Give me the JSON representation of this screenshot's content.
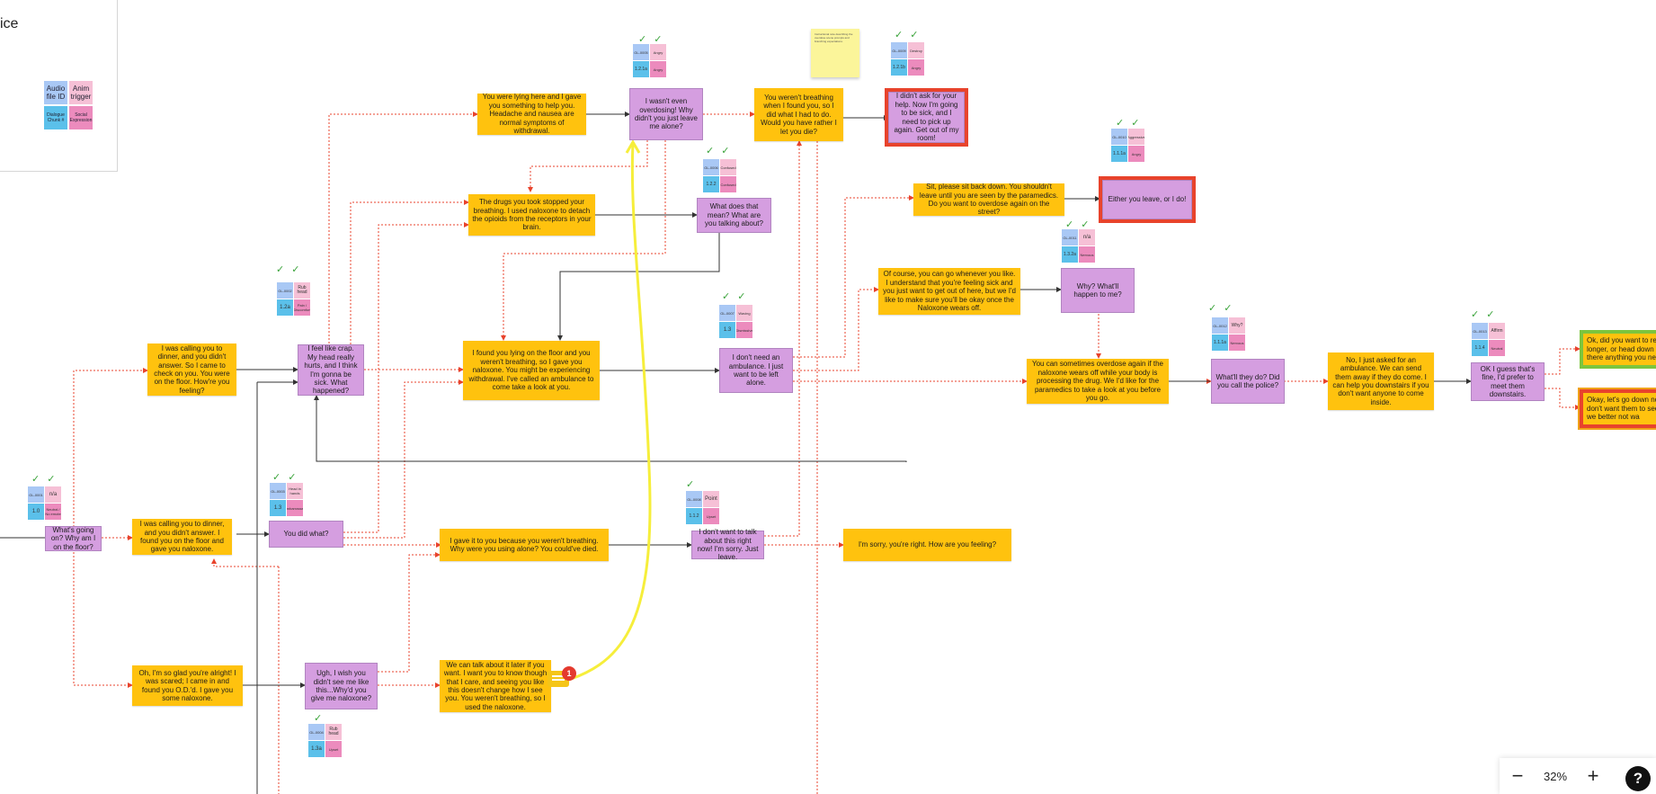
{
  "legend": {
    "title": "ice",
    "audio_file_id": "Audio file ID",
    "anim_trigger": "Anim trigger",
    "dialogue_chunk": "Dialogue Chunk #",
    "social_expression": "Social Expression"
  },
  "nodes": {
    "n_whats_going_on": "What's going on? Why am I on the floor?",
    "n_calling_dinner_1": "I was calling you to dinner, and you didn't answer. So I came to check on you. You were on the floor. How're you feeling?",
    "n_calling_dinner_2": "I was calling you to dinner, and you didn't answer. I found you on the floor and gave you naloxone.",
    "n_so_glad": "Oh, I'm so glad you're alright! I was scared; I came in and found you O.D.'d. I gave you some naloxone.",
    "n_feel_like_crap": "I feel like crap. My head really hurts, and I think I'm gonna be sick. What happened?",
    "n_you_did_what": "You did what?",
    "n_wish_you_didnt": "Ugh, I wish you didn't see me like this...Why'd you give me naloxone?",
    "n_lying_here": "You were lying here and I gave you something to help you. Headache and nausea are normal symptoms of withdrawal.",
    "n_drugs_stopped": "The drugs you took stopped your breathing. I used naloxone to detach the opioids from the receptors in your brain.",
    "n_found_you_lying": "I found you lying on the floor and you weren't breathing, so I gave you naloxone. You might be experiencing withdrawal. I've called an ambulance to come take a look at you.",
    "n_gave_it_to_you": "I gave it to you because you weren't breathing. Why were you using alone? You could've died.",
    "n_talk_later": "We can talk about it later if you want. I want you to know though that I care, and seeing you like this doesn't change how I see you. You weren't breathing, so I used the naloxone.",
    "n_wasnt_overdosing": "I wasn't even overdosing! Why didn't you just leave me alone?",
    "n_what_does_that_mean": "What does that mean? What are you talking about?",
    "n_dont_need_ambulance": "I don't need an ambulance. I just want to be left alone.",
    "n_dont_want_to_talk": "I don't want to talk about this right now! I'm sorry. Just leave.",
    "n_werent_breathing": "You weren't breathing when I found you, so I did what I had to do. Would you have rather I let you die?",
    "n_sorry_right": "I'm sorry, you're right. How are you feeling?",
    "n_didnt_ask": "I didn't ask for your help. Now I'm going to be sick, and I need to pick up again. Get out of my room!",
    "n_sit_back_down": "Sit, please sit back down. You shouldn't leave until you are seen by the paramedics. Do you want to overdose again on the street?",
    "n_of_course": "Of course, you can go whenever you like. I understand that you're feeling sick and you just want to get out of here, but we I'd like to make sure you'll be okay once the Naloxone wears off.",
    "n_either_you_leave": "Either you leave, or I do!",
    "n_why_whatll_happen": "Why? What'll happen to me?",
    "n_overdose_again": "You can sometimes overdose again if the naloxone wears off while your body is processing the drug. We I'd like for the paramedics to take a look at you before you go.",
    "n_whatll_they_do": "What'll they do? Did you call the police?",
    "n_just_asked": "No, I just asked for an ambulance. We can send them away if they do come. I can help you downstairs if you don't want anyone to come inside.",
    "n_guess_thats_fine": "OK I guess that's fine, I'd prefer to meet them downstairs.",
    "n_ok_did_you_want": "Ok, did you want to re longer, or head down there anything you ne",
    "n_okay_lets_go": "Okay, let's go down no don't want them to see we better not wa"
  },
  "tags": {
    "t_1_0": {
      "id": "1.0",
      "file": "GL-0001",
      "anim": "n/a",
      "expr": "Neutral / No emote"
    },
    "t_1_2a": {
      "id": "1.2a",
      "file": "GL-0002",
      "anim": "Rub head",
      "expr": "Pain / Discomfort"
    },
    "t_1_3": {
      "id": "1.3",
      "file": "GL-0003",
      "anim": "Head in hands",
      "expr": "Embarrassed"
    },
    "t_1_3a": {
      "id": "1.3a",
      "file": "GL-0004",
      "anim": "Rub head",
      "expr": "Upset"
    },
    "t_1_2_1a": {
      "id": "1.2.1a",
      "file": "GL-0005",
      "anim": "Angry",
      "expr": "Angry"
    },
    "t_1_2_2": {
      "id": "1.2.2",
      "file": "GL-0006",
      "anim": "Confused",
      "expr": "Confused"
    },
    "t_1_3b": {
      "id": "1.3",
      "file": "GL-0007",
      "anim": "Waving",
      "expr": "Dismissive"
    },
    "t_1_1_2": {
      "id": "1.1.2",
      "file": "GL-0008",
      "anim": "Point",
      "expr": "Upset"
    },
    "t_1_2_1b": {
      "id": "1.2.1b",
      "file": "GL-0009",
      "anim": "Destroy",
      "expr": "Angry"
    },
    "t_1_1_1a": {
      "id": "1.1.1a",
      "file": "GL-0010",
      "anim": "Aggressive",
      "expr": "Angry"
    },
    "t_1_3_2a": {
      "id": "1.3.2a",
      "file": "GL-0011",
      "anim": "n/a",
      "expr": "Nervous"
    },
    "t_1_1_1b": {
      "id": "1.1.1a",
      "file": "GL-0012",
      "anim": "Why?",
      "expr": "Nervous"
    },
    "t_1_1_4": {
      "id": "1.1.4",
      "file": "GL-0013",
      "anim": "Affirm",
      "expr": "Neutral"
    }
  },
  "sticky_note": "Instructional note describing the overdose scene prompts and branching expectations.",
  "comment_count": "1",
  "zoom": {
    "level": "32%",
    "minus": "−",
    "plus": "+"
  },
  "help": "?",
  "colors": {
    "edge_red": "#e8432c",
    "edge_dark": "#333333",
    "highlight": "#f6ee3b",
    "node_yellow": "#ffc20e",
    "node_purple": "#d59ee0"
  }
}
